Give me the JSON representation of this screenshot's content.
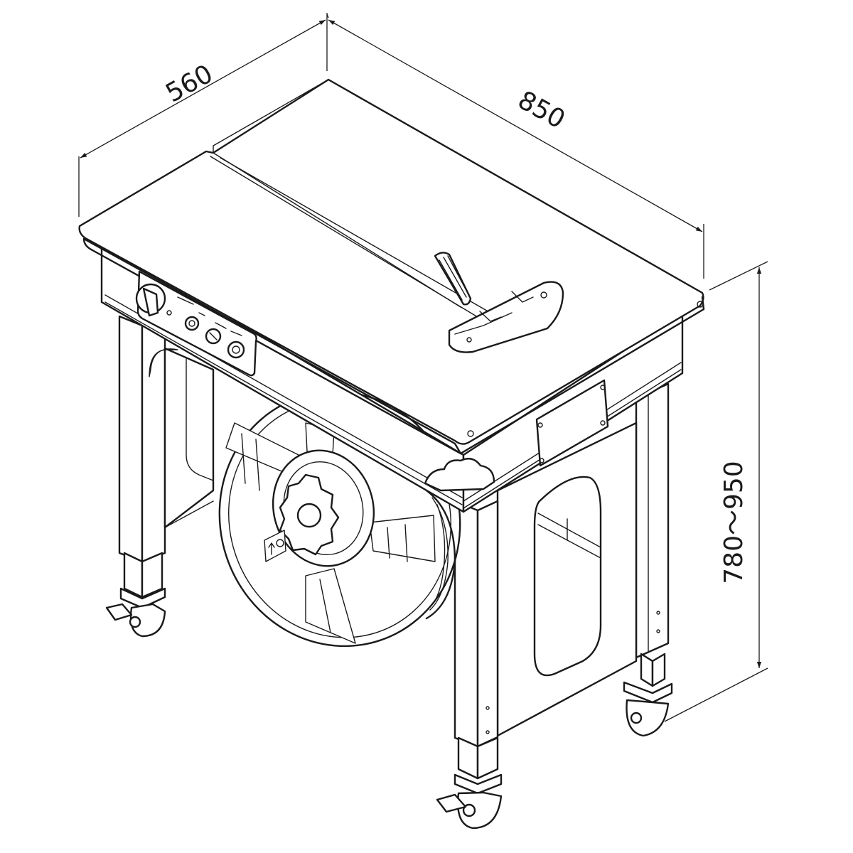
{
  "dimensions": {
    "depth": "560",
    "width": "850",
    "height": "780～950"
  }
}
